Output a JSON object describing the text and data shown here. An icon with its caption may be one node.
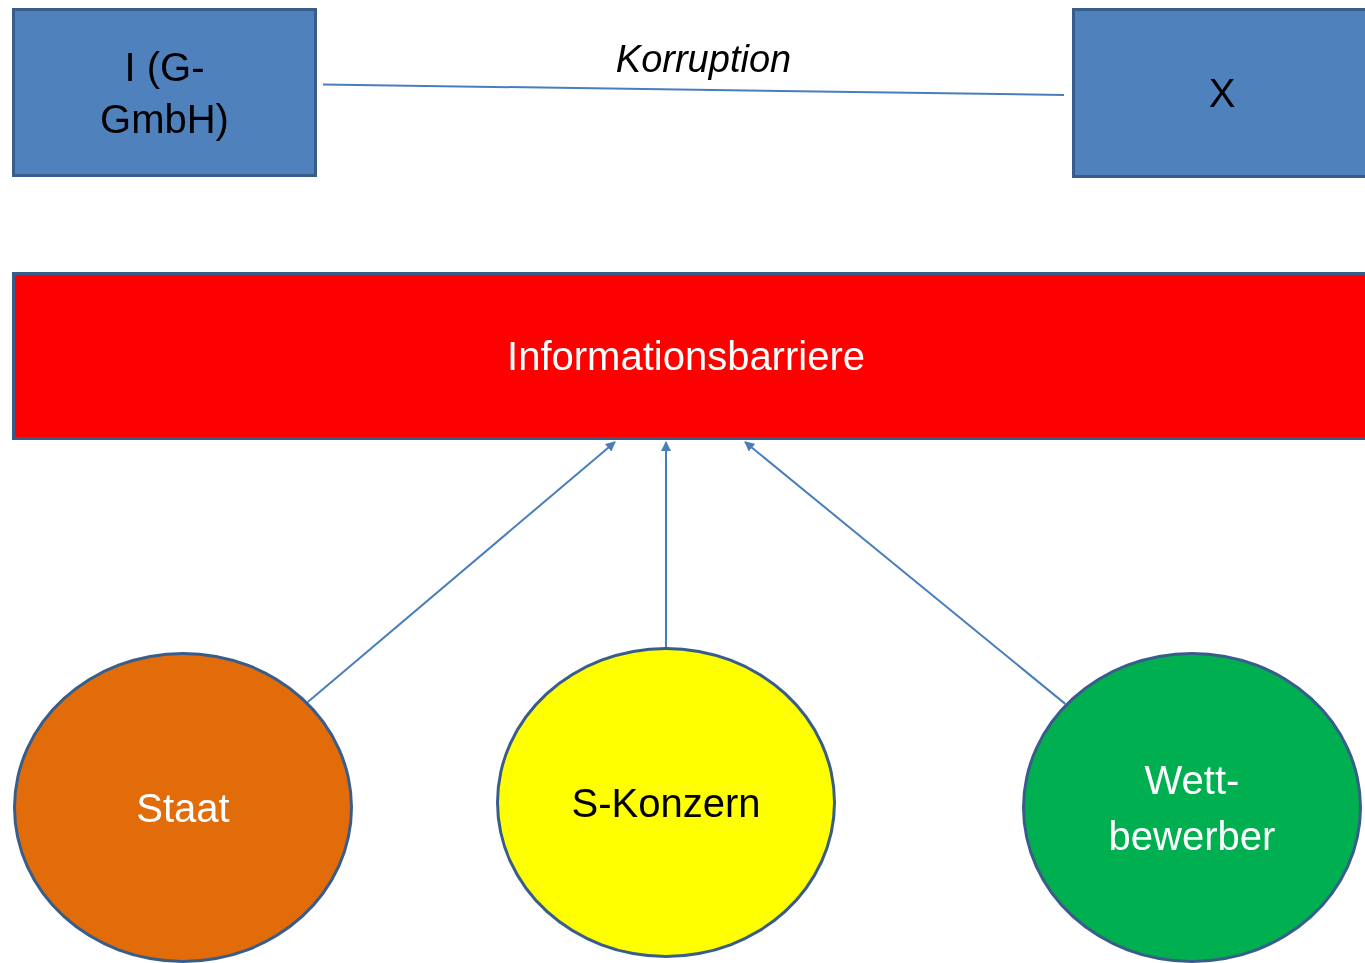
{
  "diagram": {
    "nodes": [
      {
        "text": [
          "I (G-GmbH)"
        ]
      },
      {
        "text": [
          "X"
        ]
      },
      {
        "text": [
          "Informationsbarriere"
        ]
      },
      {
        "text": [
          "Staat"
        ]
      },
      {
        "text": [
          "S-Konzern"
        ]
      },
      {
        "text": [
          "Wett- bewerber"
        ]
      }
    ],
    "edges": [
      {
        "from": 0,
        "to": 1,
        "arrow": "none",
        "label": "Korruption"
      },
      {
        "from": 3,
        "to": 2,
        "arrow": "to"
      },
      {
        "from": 4,
        "to": 2,
        "arrow": "to"
      },
      {
        "from": 5,
        "to": 2,
        "arrow": "to"
      }
    ]
  }
}
